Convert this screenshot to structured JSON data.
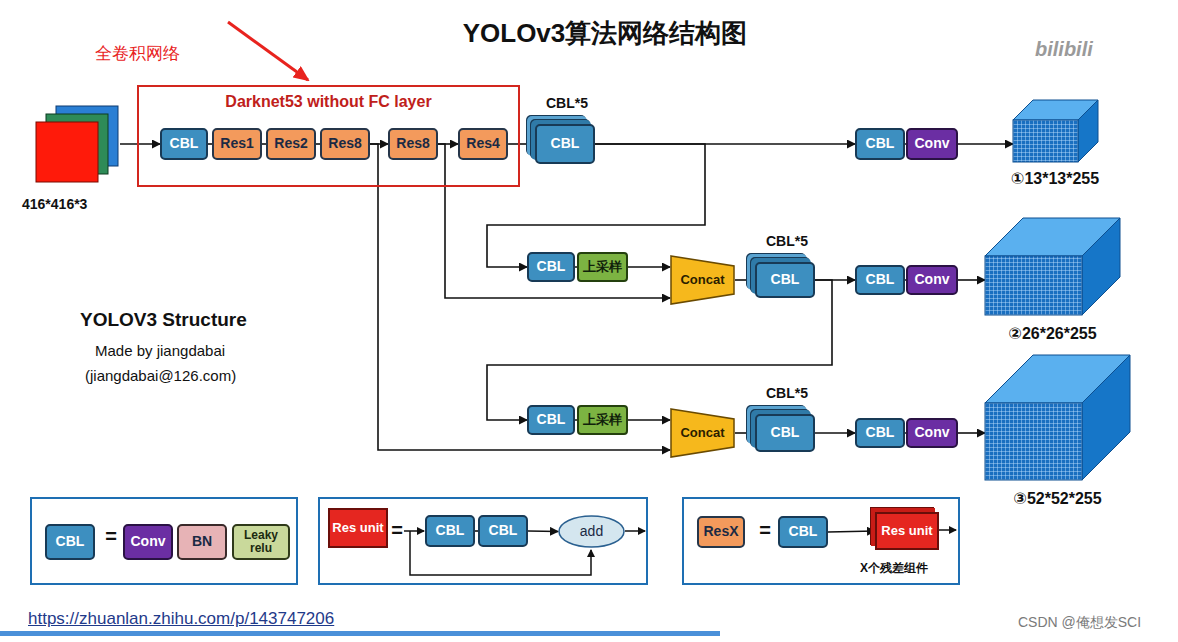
{
  "diagram": {
    "title": "YOLOv3算法网络结构图",
    "nodes": [
      {
        "text": [
          "416*416*3"
        ]
      },
      {
        "text": [
          "Darknet53 without FC layer"
        ]
      },
      {
        "text": [
          "CBL"
        ],
        "in": 1
      },
      {
        "text": [
          "Res1"
        ],
        "in": 1
      },
      {
        "text": [
          "Res2"
        ],
        "in": 1
      },
      {
        "text": [
          "Res8"
        ],
        "in": 1
      },
      {
        "text": [
          "Res8"
        ],
        "in": 1
      },
      {
        "text": [
          "Res4"
        ],
        "in": 1
      },
      {
        "text": [
          "CBL*5",
          "CBL"
        ]
      },
      {
        "text": [
          "CBL"
        ]
      },
      {
        "text": [
          "Conv"
        ]
      },
      {
        "text": [
          "①13*13*255"
        ]
      },
      {
        "text": [
          "CBL"
        ]
      },
      {
        "text": [
          "上采样"
        ]
      },
      {
        "text": [
          "Concat"
        ]
      },
      {
        "text": [
          "CBL*5",
          "CBL"
        ]
      },
      {
        "text": [
          "CBL"
        ]
      },
      {
        "text": [
          "Conv"
        ]
      },
      {
        "text": [
          "②26*26*255"
        ]
      },
      {
        "text": [
          "CBL"
        ]
      },
      {
        "text": [
          "上采样"
        ]
      },
      {
        "text": [
          "Concat"
        ]
      },
      {
        "text": [
          "CBL*5",
          "CBL"
        ]
      },
      {
        "text": [
          "CBL"
        ]
      },
      {
        "text": [
          "Conv"
        ]
      },
      {
        "text": [
          "③52*52*255"
        ]
      },
      {
        "text": [
          "="
        ]
      },
      {
        "text": [
          "CBL"
        ],
        "in": 26
      },
      {
        "text": [
          "Conv"
        ],
        "in": 26
      },
      {
        "text": [
          "BN"
        ],
        "in": 26
      },
      {
        "text": [
          "Leaky relu"
        ],
        "in": 26
      },
      {
        "text": [
          "="
        ]
      },
      {
        "text": [
          "Res unit"
        ],
        "in": 31
      },
      {
        "text": [
          "CBL"
        ],
        "in": 31
      },
      {
        "text": [
          "CBL"
        ],
        "in": 31
      },
      {
        "text": [
          "add"
        ],
        "in": 31
      },
      {
        "text": [
          "=",
          "X个残差组件"
        ]
      },
      {
        "text": [
          "ResX"
        ],
        "in": 36
      },
      {
        "text": [
          "CBL"
        ],
        "in": 36
      },
      {
        "text": [
          "Res unit"
        ],
        "in": 36
      }
    ],
    "edges": [
      {
        "from": 0,
        "to": 2,
        "arrow": "to"
      },
      {
        "from": 2,
        "to": 3,
        "arrow": "none"
      },
      {
        "from": 3,
        "to": 4,
        "arrow": "none"
      },
      {
        "from": 4,
        "to": 5,
        "arrow": "none"
      },
      {
        "from": 5,
        "to": 6,
        "arrow": "to"
      },
      {
        "from": 6,
        "to": 7,
        "arrow": "to"
      },
      {
        "from": 7,
        "to": 8,
        "arrow": "to"
      },
      {
        "from": 8,
        "to": 9,
        "arrow": "to"
      },
      {
        "from": 9,
        "to": 10,
        "arrow": "none"
      },
      {
        "from": 10,
        "to": 11,
        "arrow": "to"
      },
      {
        "from": 8,
        "to": 12,
        "arrow": "to"
      },
      {
        "from": 12,
        "to": 13,
        "arrow": "none"
      },
      {
        "from": 13,
        "to": 14,
        "arrow": "to"
      },
      {
        "from": 6,
        "to": 14,
        "arrow": "to"
      },
      {
        "from": 14,
        "to": 15,
        "arrow": "to"
      },
      {
        "from": 15,
        "to": 16,
        "arrow": "to"
      },
      {
        "from": 16,
        "to": 17,
        "arrow": "none"
      },
      {
        "from": 17,
        "to": 18,
        "arrow": "to"
      },
      {
        "from": 15,
        "to": 19,
        "arrow": "to"
      },
      {
        "from": 19,
        "to": 20,
        "arrow": "none"
      },
      {
        "from": 20,
        "to": 21,
        "arrow": "to"
      },
      {
        "from": 5,
        "to": 21,
        "arrow": "to"
      },
      {
        "from": 21,
        "to": 22,
        "arrow": "to"
      },
      {
        "from": 22,
        "to": 23,
        "arrow": "to"
      },
      {
        "from": 23,
        "to": 24,
        "arrow": "none"
      },
      {
        "from": 24,
        "to": 25,
        "arrow": "to"
      },
      {
        "from": 33,
        "to": 34,
        "arrow": "none"
      },
      {
        "from": 34,
        "to": 35,
        "arrow": "to"
      },
      {
        "from": 38,
        "to": 39,
        "arrow": "to"
      }
    ],
    "labels": [
      "全卷积网络",
      "YOLOV3 Structure",
      "Made by jiangdabai",
      "(jiangdabai@126.com)",
      "https://zhuanlan.zhihu.com/p/143747206",
      "CSDN @俺想发SCI",
      "bilibili"
    ]
  }
}
